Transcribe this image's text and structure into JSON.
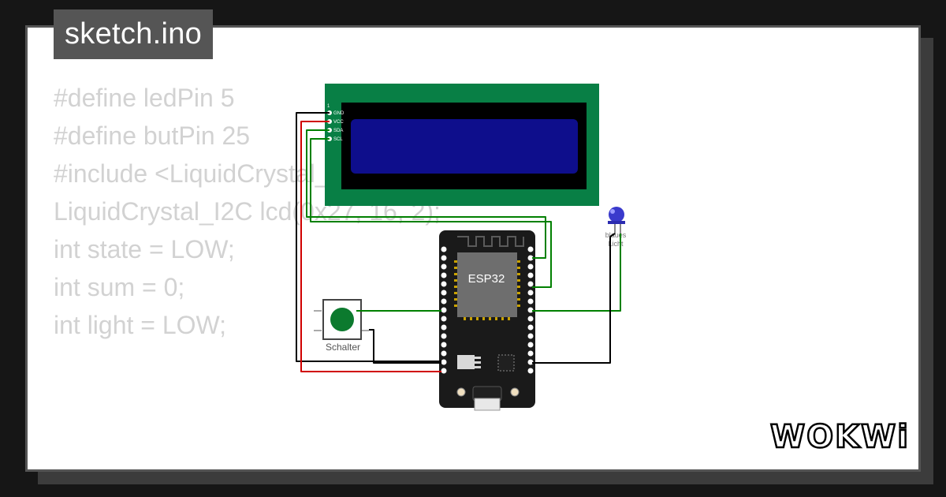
{
  "file_tab": {
    "label": "sketch.ino"
  },
  "code_lines": [
    "#define ledPin 5",
    "#define butPin 25",
    "#include <LiquidCrystal_I2C.h>",
    "LiquidCrystal_I2C lcd(0x27, 16, 2);",
    "int state = LOW;",
    "int sum = 0;",
    "int light = LOW;"
  ],
  "lcd": {
    "pin_1": "1",
    "pins": [
      "GND",
      "VCC",
      "SDA",
      "SCL"
    ],
    "board_color": "#087f45",
    "screen_color": "#0e0e8c"
  },
  "esp32": {
    "label": "ESP32"
  },
  "button": {
    "label": "Schalter",
    "cap_color": "#0c7a2e"
  },
  "led": {
    "label_line1": "blaues",
    "label_line2": "Licht",
    "color": "#3a3acc"
  },
  "wire_colors": {
    "black": "#000000",
    "red": "#d00000",
    "green": "#008000"
  },
  "logo": {
    "text": "WOKWi"
  }
}
